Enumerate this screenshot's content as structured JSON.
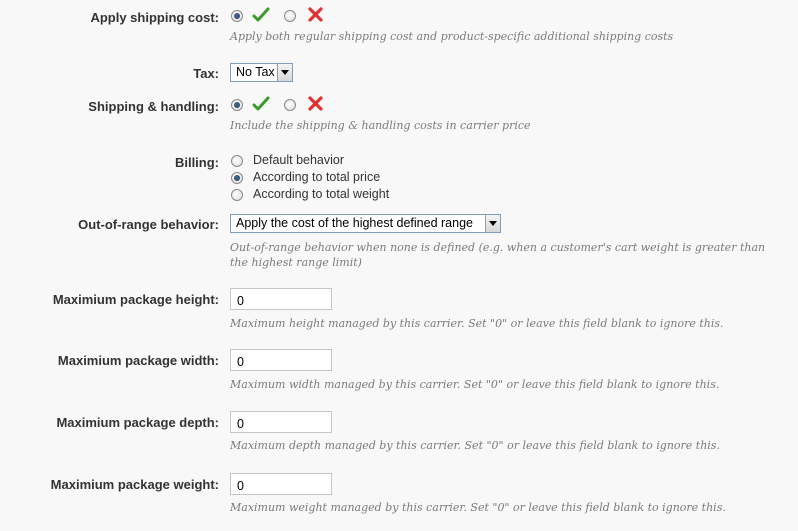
{
  "apply_shipping_cost": {
    "label": "Apply shipping cost:",
    "selected": "yes",
    "hint": "Apply both regular shipping cost and product-specific additional shipping costs"
  },
  "tax": {
    "label": "Tax:",
    "value": "No Tax"
  },
  "shipping_handling": {
    "label": "Shipping & handling:",
    "selected": "yes",
    "hint": "Include the shipping & handling costs in carrier price"
  },
  "billing": {
    "label": "Billing:",
    "options": [
      {
        "label": "Default behavior",
        "checked": false
      },
      {
        "label": "According to total price",
        "checked": true
      },
      {
        "label": "According to total weight",
        "checked": false
      }
    ]
  },
  "out_of_range": {
    "label": "Out-of-range behavior:",
    "value": "Apply the cost of the highest defined range",
    "hint_line1": "Out-of-range behavior when none is defined (e.g. when a customer's cart weight is greater than",
    "hint_line2": "the highest range limit)"
  },
  "max_height": {
    "label": "Maximium package height:",
    "value": "0",
    "hint": "Maximum height managed by this carrier. Set \"0\" or leave this field blank to ignore this."
  },
  "max_width": {
    "label": "Maximium package width:",
    "value": "0",
    "hint": "Maximum width managed by this carrier. Set \"0\" or leave this field blank to ignore this."
  },
  "max_depth": {
    "label": "Maximium package depth:",
    "value": "0",
    "hint": "Maximum depth managed by this carrier. Set \"0\" or leave this field blank to ignore this."
  },
  "max_weight": {
    "label": "Maximium package weight:",
    "value": "0",
    "hint": "Maximum weight managed by this carrier. Set \"0\" or leave this field blank to ignore this."
  },
  "icons": {
    "yes": "check-icon",
    "no": "cross-icon",
    "check_color": "#3a9a2a",
    "cross_color": "#e03030"
  }
}
